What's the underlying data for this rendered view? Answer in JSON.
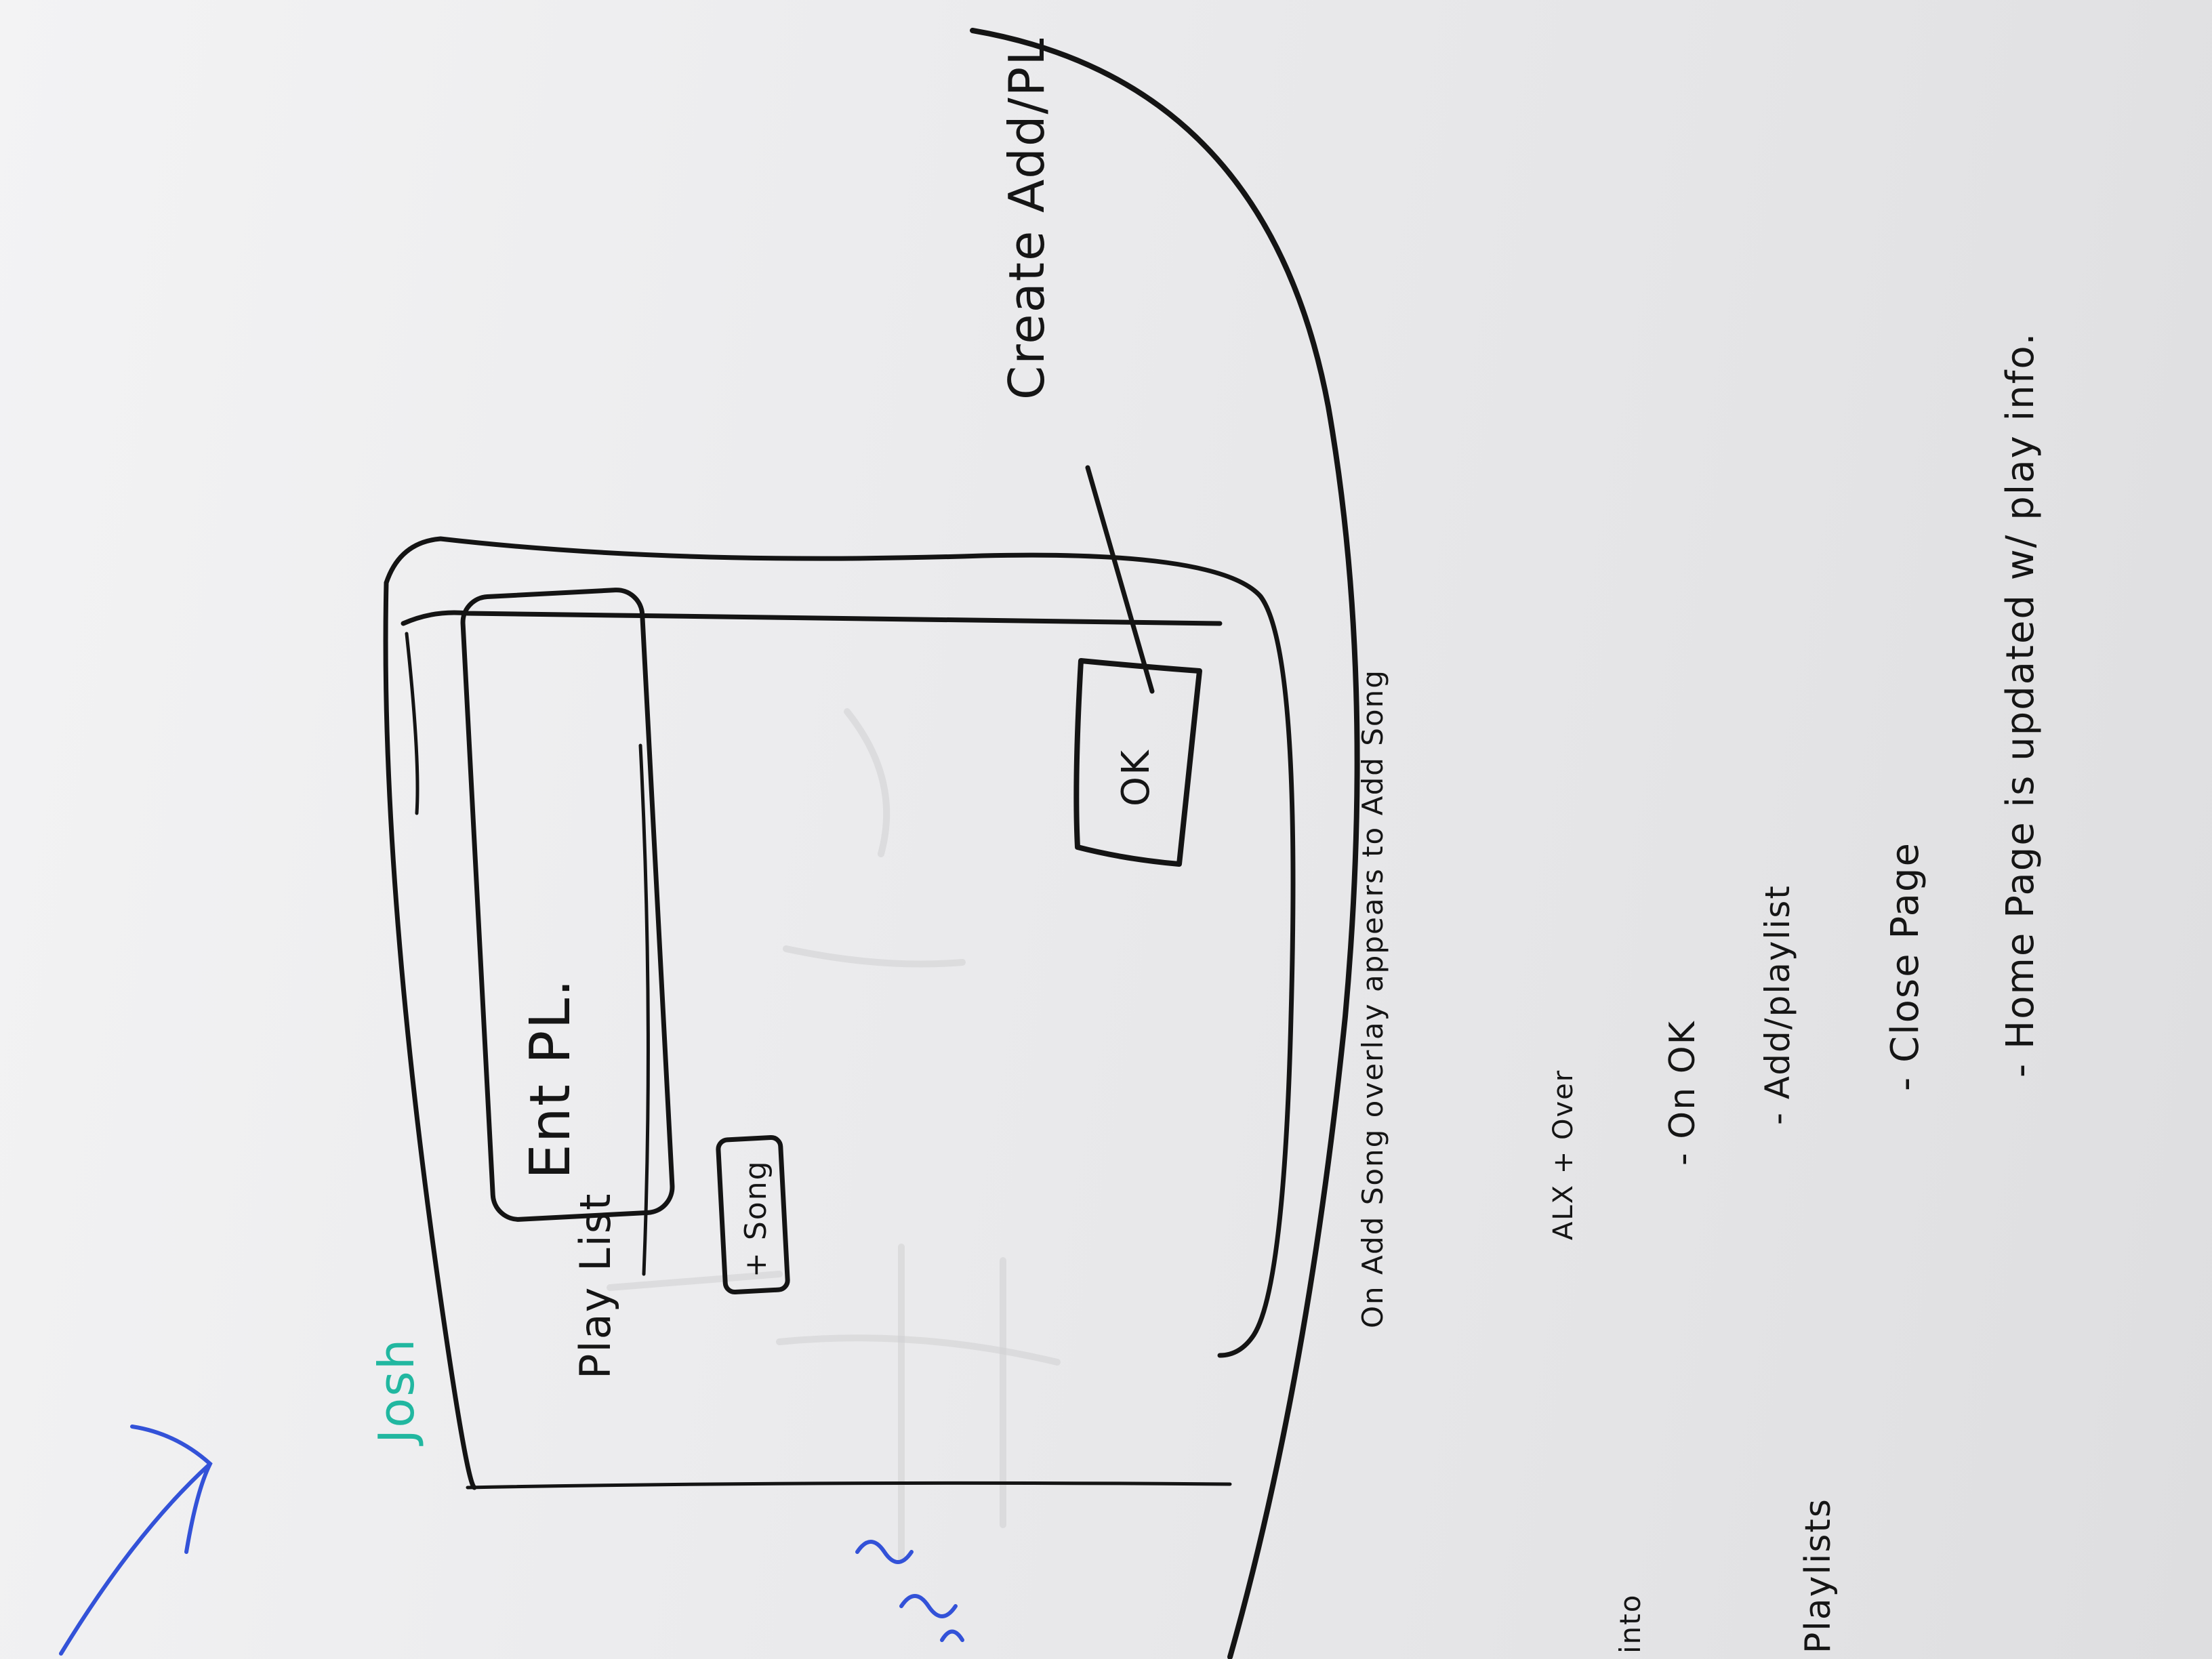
{
  "sketch": {
    "overlay_label": "Create Add/PL",
    "playlist_title": "Play List",
    "input_text": "Ent PL.",
    "song_button": "+ Song",
    "ok_button": "OK",
    "author": "Josh",
    "notes": [
      "On Add Song overlay appears to Add Song",
      "ALX + Over",
      "- On OK",
      "- Add/playlist",
      "- Close Page",
      "- Home Page is updated w/ play info."
    ],
    "left_edge_notes": [
      "into",
      "Playlists"
    ],
    "ink_colors": {
      "black": "#141414",
      "teal": "#21b7a0",
      "blue": "#3352d8"
    }
  }
}
